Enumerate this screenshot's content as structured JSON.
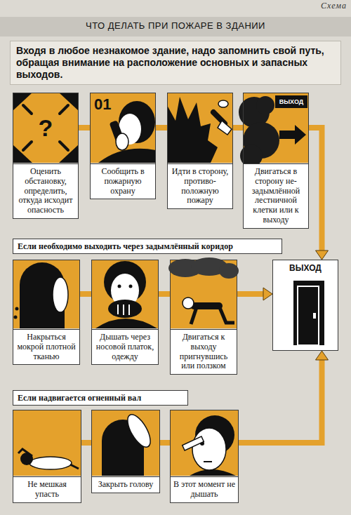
{
  "diagram": {
    "title": "ЧТО ДЕЛАТЬ ПРИ ПОЖАРЕ В ЗДАНИИ",
    "nodes": [
      {
        "text": [
          "Входя в любое незнакомое здание, надо запомнить свой путь, обращая внимание на расположение основных и запасных выходов."
        ]
      },
      {
        "text": [
          "Оценить обстановку, определить, откуда исходит опасность"
        ]
      },
      {
        "text": [
          "Сообщить в пожарную охрану"
        ]
      },
      {
        "text": [
          "Идти в сторону, противо-положную пожару"
        ]
      },
      {
        "text": [
          "Двигаться в сторону не-задымлённой лестничной клетки или к выходу"
        ]
      },
      {
        "text": [
          "Если необходимо выходить через задымлённый коридор"
        ]
      },
      {
        "text": [
          "Накрыться мокрой плотной тканью"
        ]
      },
      {
        "text": [
          "Дышать через носовой платок, одежду"
        ]
      },
      {
        "text": [
          "Двигаться к выходу пригнувшись или ползком"
        ]
      },
      {
        "text": [
          "ВЫХОД"
        ]
      },
      {
        "text": [
          "Если надвигается огненный вал"
        ]
      },
      {
        "text": [
          "Не мешкая упасть"
        ]
      },
      {
        "text": [
          "Закрыть голову"
        ]
      },
      {
        "text": [
          "В этот момент не дышать"
        ]
      }
    ],
    "edges": [
      {
        "from": 1,
        "to": 2,
        "arrow": "none"
      },
      {
        "from": 2,
        "to": 3,
        "arrow": "none"
      },
      {
        "from": 3,
        "to": 4,
        "arrow": "none"
      },
      {
        "from": 4,
        "to": 9,
        "arrow": "to"
      },
      {
        "from": 6,
        "to": 7,
        "arrow": "none"
      },
      {
        "from": 7,
        "to": 8,
        "arrow": "none"
      },
      {
        "from": 8,
        "to": 9,
        "arrow": "to"
      },
      {
        "from": 11,
        "to": 12,
        "arrow": "none"
      },
      {
        "from": 12,
        "to": 13,
        "arrow": "none"
      },
      {
        "from": 13,
        "to": 9,
        "arrow": "to"
      }
    ],
    "labels": [
      "Схема",
      "?",
      "01",
      "ВЫХОД"
    ]
  }
}
